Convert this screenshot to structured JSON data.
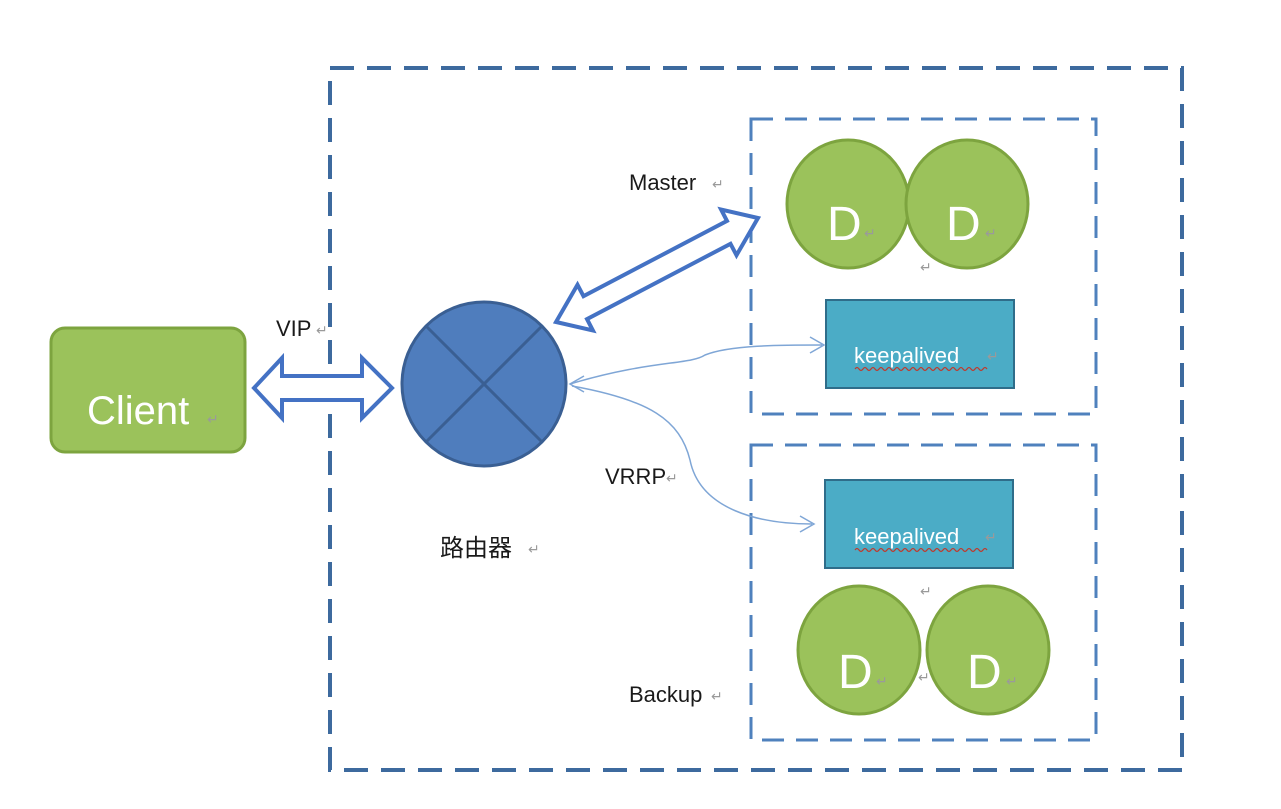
{
  "labels": {
    "client": "Client",
    "vip": "VIP",
    "router": "路由器",
    "master": "Master",
    "backup": "Backup",
    "vrrp": "VRRP",
    "director": "D",
    "keepalived": "keepalived"
  },
  "colors": {
    "green_fill": "#9BC25B",
    "green_stroke": "#7DA43F",
    "router_fill": "#4F7DBD",
    "router_stroke": "#3A5F93",
    "keepalived_fill": "#4BACC6",
    "keepalived_stroke": "#2F6D8A",
    "dashed_border": "#3D6A9E",
    "arrow_stroke": "#4472C4"
  },
  "icons": {
    "router": "router-cross-circle-icon",
    "paragraph_mark": "return-arrow-mark-icon"
  }
}
